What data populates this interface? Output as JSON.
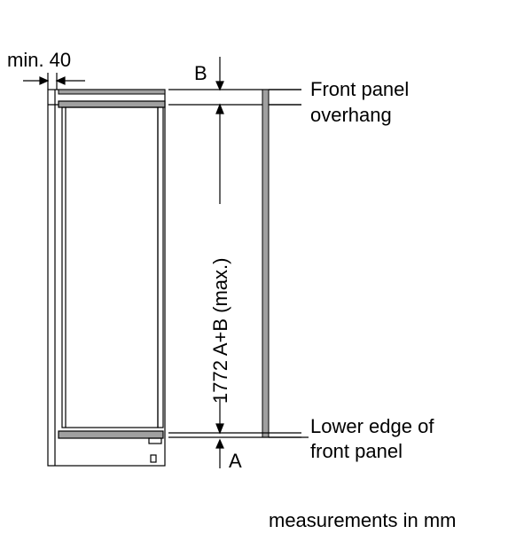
{
  "labels": {
    "min_gap": "min. 40",
    "top_dim": "B",
    "bottom_dim": "A",
    "height_dim": "1772 A+B (max.)",
    "front_panel_overhang_line1": "Front panel",
    "front_panel_overhang_line2": "overhang",
    "lower_edge_line1": "Lower edge of",
    "lower_edge_line2": "front panel",
    "units_note": "measurements in mm"
  },
  "colors": {
    "line": "#000000",
    "panel_fill": "#a0a0a0",
    "background": "#ffffff"
  }
}
